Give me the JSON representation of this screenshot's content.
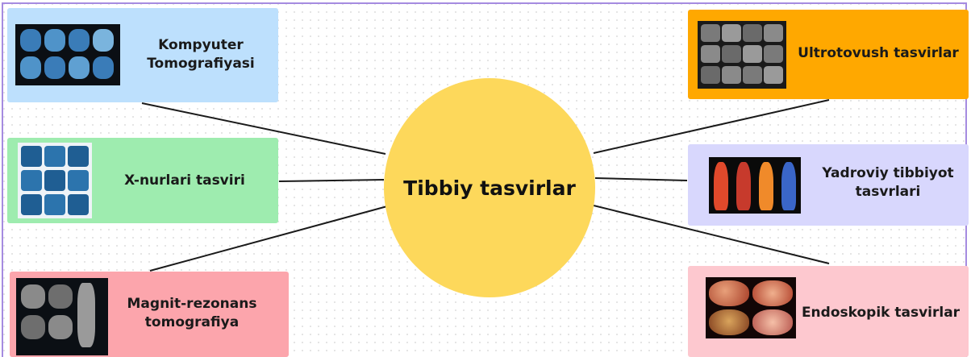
{
  "center": {
    "label": "Tibbiy tasvirlar",
    "color": "#fdd85b"
  },
  "nodes": [
    {
      "id": "kt",
      "label_line1": "Kompyuter",
      "label_line2": "Tomografiyasi",
      "color": "#bde0fd",
      "icon": "ct-scan-thumbnail"
    },
    {
      "id": "xr",
      "label_line1": "X-nurlari tasviri",
      "label_line2": "",
      "color": "#9eecaf",
      "icon": "xray-thumbnail"
    },
    {
      "id": "mr",
      "label_line1": "Magnit-rezonans",
      "label_line2": "tomografiya",
      "color": "#fca5ac",
      "icon": "mri-thumbnail"
    },
    {
      "id": "us",
      "label_line1": "Ultrotovush tasvirlar",
      "label_line2": "",
      "color": "#ffa800",
      "icon": "ultrasound-thumbnail"
    },
    {
      "id": "nm",
      "label_line1": "Yadroviy tibbiyot",
      "label_line2": "tasvrlari",
      "color": "#d8d7fd",
      "icon": "nuclear-scan-thumbnail"
    },
    {
      "id": "en",
      "label_line1": "Endoskopik tasvirlar",
      "label_line2": "",
      "color": "#fdc8cf",
      "icon": "endoscopy-thumbnail"
    }
  ],
  "connector_color": "#1a1a1a"
}
